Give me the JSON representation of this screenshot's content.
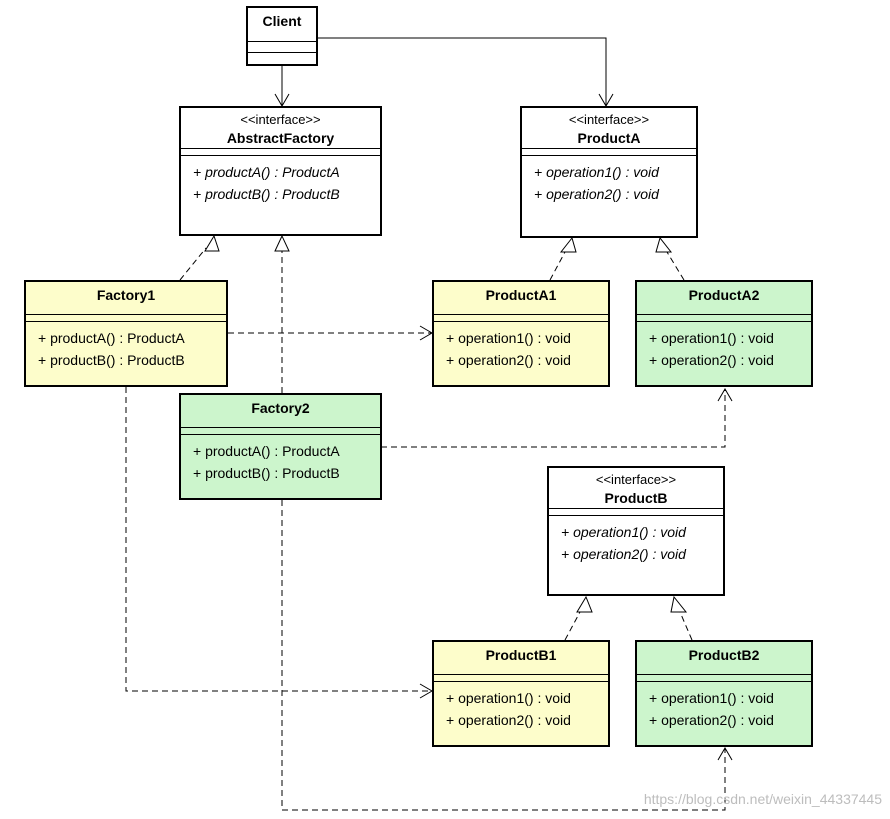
{
  "classes": {
    "client": {
      "name": "Client"
    },
    "abstract_factory": {
      "stereotype": "<<interface>>",
      "name": "AbstractFactory",
      "operations": [
        "+ productA() : ProductA",
        "+ productB() : ProductB"
      ]
    },
    "product_a": {
      "stereotype": "<<interface>>",
      "name": "ProductA",
      "operations": [
        "+ operation1() : void",
        "+ operation2() : void"
      ]
    },
    "factory1": {
      "name": "Factory1",
      "operations": [
        "+ productA() : ProductA",
        "+ productB() : ProductB"
      ]
    },
    "factory2": {
      "name": "Factory2",
      "operations": [
        "+ productA() : ProductA",
        "+ productB() : ProductB"
      ]
    },
    "product_a1": {
      "name": "ProductA1",
      "operations": [
        "+ operation1() : void",
        "+ operation2() : void"
      ]
    },
    "product_a2": {
      "name": "ProductA2",
      "operations": [
        "+ operation1() : void",
        "+ operation2() : void"
      ]
    },
    "product_b": {
      "stereotype": "<<interface>>",
      "name": "ProductB",
      "operations": [
        "+ operation1() : void",
        "+ operation2() : void"
      ]
    },
    "product_b1": {
      "name": "ProductB1",
      "operations": [
        "+ operation1() : void",
        "+ operation2() : void"
      ]
    },
    "product_b2": {
      "name": "ProductB2",
      "operations": [
        "+ operation1() : void",
        "+ operation2() : void"
      ]
    }
  },
  "colors": {
    "factory1_family": "#fdfdcb",
    "factory2_family": "#ccf5cc",
    "interface": "#ffffff"
  },
  "relations": [
    {
      "from": "Client",
      "to": "AbstractFactory",
      "kind": "association"
    },
    {
      "from": "Client",
      "to": "ProductA",
      "kind": "association"
    },
    {
      "from": "Factory1",
      "to": "AbstractFactory",
      "kind": "realization"
    },
    {
      "from": "Factory2",
      "to": "AbstractFactory",
      "kind": "realization"
    },
    {
      "from": "ProductA1",
      "to": "ProductA",
      "kind": "realization"
    },
    {
      "from": "ProductA2",
      "to": "ProductA",
      "kind": "realization"
    },
    {
      "from": "ProductB1",
      "to": "ProductB",
      "kind": "realization"
    },
    {
      "from": "ProductB2",
      "to": "ProductB",
      "kind": "realization"
    },
    {
      "from": "Factory1",
      "to": "ProductA1",
      "kind": "dependency"
    },
    {
      "from": "Factory1",
      "to": "ProductB1",
      "kind": "dependency"
    },
    {
      "from": "Factory2",
      "to": "ProductA2",
      "kind": "dependency"
    },
    {
      "from": "Factory2",
      "to": "ProductB2",
      "kind": "dependency"
    }
  ],
  "watermark": "https://blog.csdn.net/weixin_44337445"
}
